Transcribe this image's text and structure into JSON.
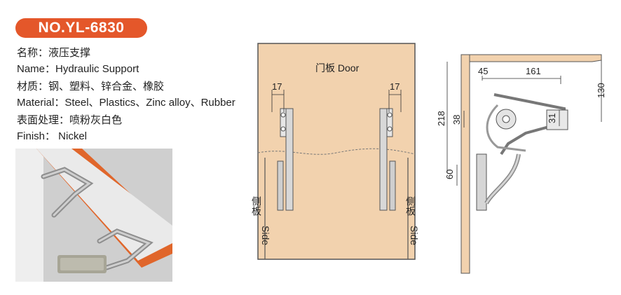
{
  "product": {
    "model": "NO.YL-6830"
  },
  "specs": {
    "name_cn": "名称：液压支撑",
    "name_en": "Name：Hydraulic Support",
    "material_cn": "材质：钢、塑料、锌合金、橡胶",
    "material_en": "Material：Steel、Plastics、Zinc alloy、Rubber",
    "finish_cn": "表面处理：喷粉灰白色",
    "finish_en": "Finish： Nickel"
  },
  "front_drawing": {
    "door_label": "门板  Door",
    "side_cn": "侧板",
    "side_en": "Side",
    "dim_left": "17",
    "dim_right": "17"
  },
  "side_drawing": {
    "dim_45": "45",
    "dim_161": "161",
    "dim_130": "130",
    "dim_218": "218",
    "dim_38": "38",
    "dim_31": "31",
    "dim_60": "60"
  },
  "colors": {
    "accent": "#e4572a",
    "panel": "#f2d2ae",
    "board_edge": "#e0662b"
  }
}
